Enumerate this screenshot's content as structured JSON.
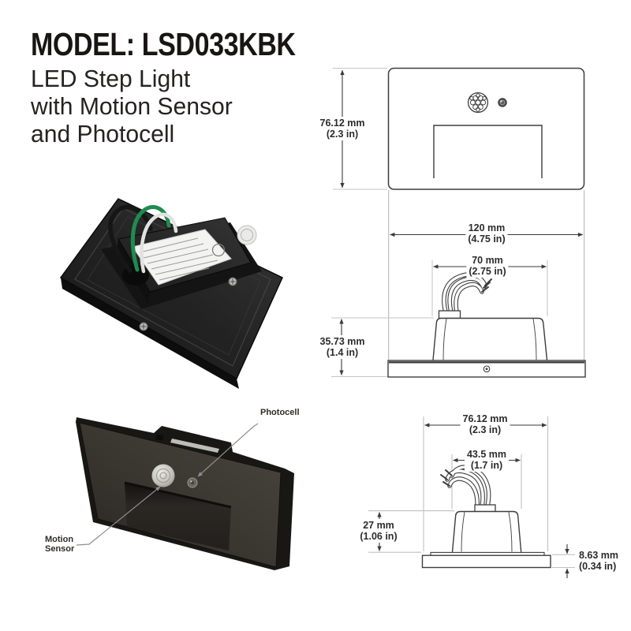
{
  "header": {
    "title": "MODEL: LSD033KBK",
    "subtitle": [
      "LED Step Light",
      "with Motion Sensor",
      "and Photocell"
    ]
  },
  "views": {
    "front": {
      "height_mm": "76.12 mm",
      "height_in": "(2.3 in)",
      "width_mm": "120 mm",
      "width_in": "(4.75 in)"
    },
    "side_top": {
      "box_width_mm": "70 mm",
      "box_width_in": "(2.75 in)",
      "height_mm": "35.73 mm",
      "height_in": "(1.4 in)"
    },
    "side_bottom": {
      "width_mm": "76.12 mm",
      "width_in": "(2.3 in)",
      "box_width_mm": "43.5 mm",
      "box_width_in": "(1.7 in)",
      "height_mm": "27 mm",
      "height_in": "(1.06 in)",
      "plate_mm": "8.63 mm",
      "plate_in": "(0.34 in)"
    }
  },
  "photos": {
    "front_labels": {
      "photocell": "Photocell",
      "motion_line1": "Motion",
      "motion_line2": "Sensor"
    }
  },
  "colors": {
    "background": "#ffffff",
    "text": "#262221",
    "dimension_line": "#3a3a3a",
    "extension_line": "#c2c2c2",
    "drawing_outline": "#3d3d3d",
    "wire_green": "#1f8b51",
    "wire_white": "#e2e2e0",
    "wire_black": "#161616",
    "fixture_dark": "#2a2723"
  }
}
